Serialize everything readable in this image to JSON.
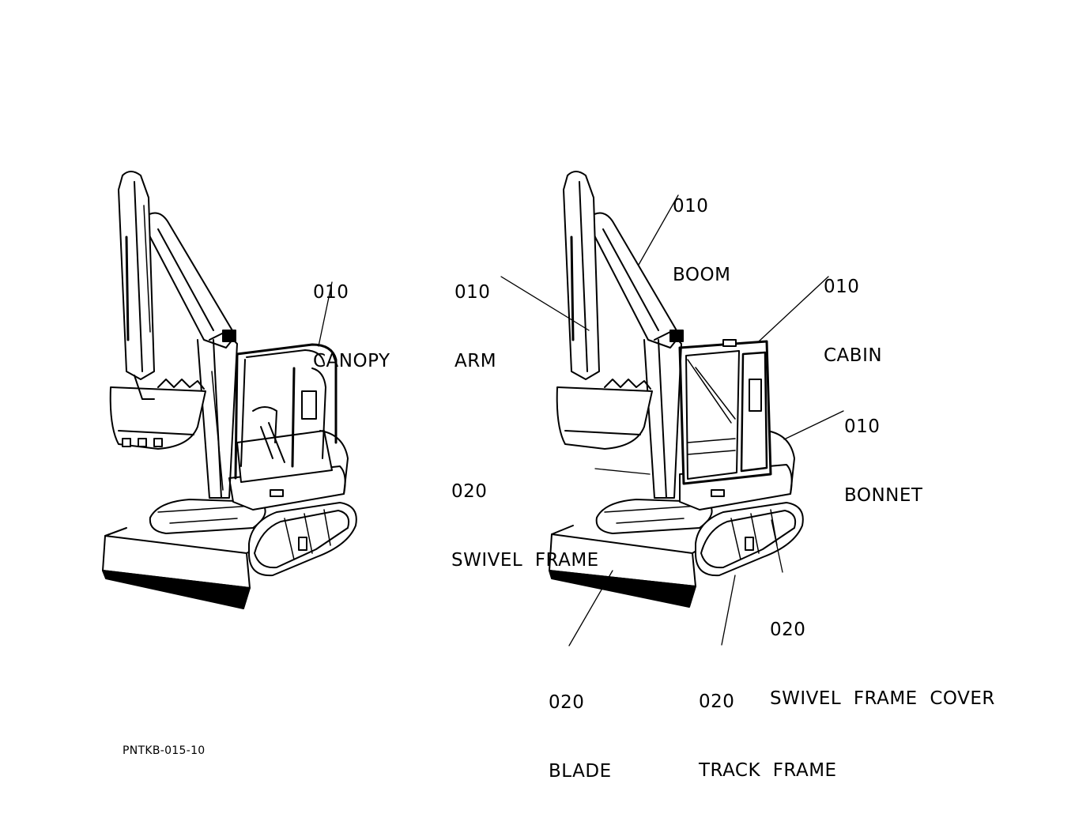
{
  "document_code": "PNTKB-015-10",
  "callouts": {
    "canopy": {
      "code": "010",
      "name": "CANOPY"
    },
    "arm": {
      "code": "010",
      "name": "ARM"
    },
    "boom": {
      "code": "010",
      "name": "BOOM"
    },
    "cabin": {
      "code": "010",
      "name": "CABIN"
    },
    "bonnet": {
      "code": "010",
      "name": "BONNET"
    },
    "swivel_frame": {
      "code": "020",
      "name": "SWIVEL  FRAME"
    },
    "swivel_frame_cover": {
      "code": "020",
      "name": "SWIVEL  FRAME  COVER"
    },
    "blade": {
      "code": "020",
      "name": "BLADE"
    },
    "track_frame": {
      "code": "020",
      "name": "TRACK  FRAME"
    }
  }
}
